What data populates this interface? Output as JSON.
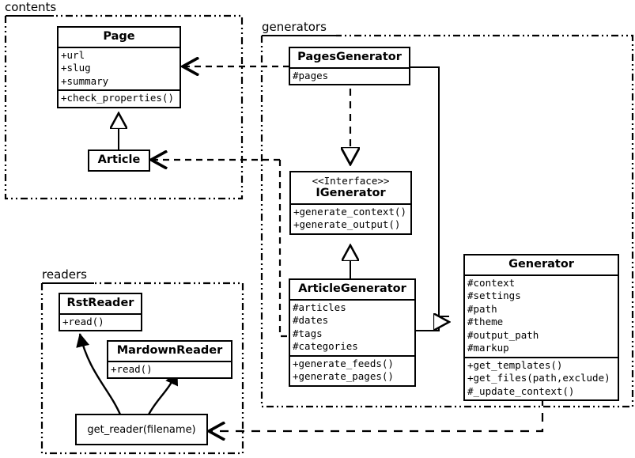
{
  "diagram": {
    "title": "Pelican static site generator class diagram",
    "background": "#ffffff",
    "line_color": "#000000"
  },
  "packages": [
    {
      "id": "contents",
      "label": "contents",
      "border_style": "dash-dot-dot"
    },
    {
      "id": "generators",
      "label": "generators",
      "border_style": "dash-dot-dot"
    },
    {
      "id": "readers",
      "label": "readers",
      "border_style": "dash-dot-dot"
    }
  ],
  "classes": {
    "page": {
      "name": "Page",
      "stereotype": "",
      "attributes": [
        "+url",
        "+slug",
        "+summary"
      ],
      "methods": [
        "+check_properties()"
      ]
    },
    "article": {
      "name": "Article",
      "stereotype": "",
      "attributes": [],
      "methods": []
    },
    "pages_generator": {
      "name": "PagesGenerator",
      "stereotype": "",
      "attributes": [
        "#pages"
      ],
      "methods": []
    },
    "igenerator": {
      "name": "IGenerator",
      "stereotype": "<<Interface>>",
      "attributes": [],
      "methods": [
        "+generate_context()",
        "+generate_output()"
      ]
    },
    "article_generator": {
      "name": "ArticleGenerator",
      "stereotype": "",
      "attributes": [
        "#articles",
        "#dates",
        "#tags",
        "#categories"
      ],
      "methods": [
        "+generate_feeds()",
        "+generate_pages()"
      ]
    },
    "generator": {
      "name": "Generator",
      "stereotype": "",
      "attributes": [
        "#context",
        "#settings",
        "#path",
        "#theme",
        "#output_path",
        "#markup"
      ],
      "methods": [
        "+get_templates()",
        "+get_files(path,exclude)",
        "#_update_context()"
      ]
    },
    "rst_reader": {
      "name": "RstReader",
      "stereotype": "",
      "attributes": [],
      "methods": [
        "+read()"
      ]
    },
    "mardown_reader": {
      "name": "MardownReader",
      "stereotype": "",
      "attributes": [],
      "methods": [
        "+read()"
      ]
    }
  },
  "functions": {
    "get_reader": {
      "label": "get_reader(filename)"
    }
  },
  "relationships": [
    {
      "id": "pagesgen-page",
      "type": "dependency",
      "from": "PagesGenerator",
      "to": "Page",
      "style": "dashed",
      "arrow": "open"
    },
    {
      "id": "articlegen-article",
      "type": "dependency",
      "from": "ArticleGenerator",
      "to": "Article",
      "style": "dashed",
      "arrow": "open"
    },
    {
      "id": "article-page",
      "type": "generalization",
      "from": "Article",
      "to": "Page",
      "style": "solid",
      "arrow": "hollow-triangle"
    },
    {
      "id": "pagesgen-igenerator",
      "type": "realization",
      "from": "PagesGenerator",
      "to": "IGenerator",
      "style": "dashed",
      "arrow": "hollow-triangle"
    },
    {
      "id": "articlegen-igenerator",
      "type": "generalization",
      "from": "ArticleGenerator",
      "to": "IGenerator",
      "style": "solid",
      "arrow": "hollow-triangle"
    },
    {
      "id": "pagesgen-generator",
      "type": "generalization",
      "from": "PagesGenerator",
      "to": "Generator",
      "style": "solid",
      "arrow": "hollow-triangle"
    },
    {
      "id": "articlegen-generator",
      "type": "generalization",
      "from": "ArticleGenerator",
      "to": "Generator",
      "style": "solid",
      "arrow": "hollow-triangle"
    },
    {
      "id": "generator-getreader",
      "type": "dependency",
      "from": "Generator",
      "to": "get_reader(filename)",
      "style": "dashed",
      "arrow": "open"
    },
    {
      "id": "getreader-rstreader",
      "type": "instantiate",
      "from": "get_reader(filename)",
      "to": "RstReader",
      "style": "curved-solid",
      "arrow": "filled"
    },
    {
      "id": "getreader-mardownreader",
      "type": "instantiate",
      "from": "get_reader(filename)",
      "to": "MardownReader",
      "style": "curved-solid",
      "arrow": "filled"
    }
  ]
}
